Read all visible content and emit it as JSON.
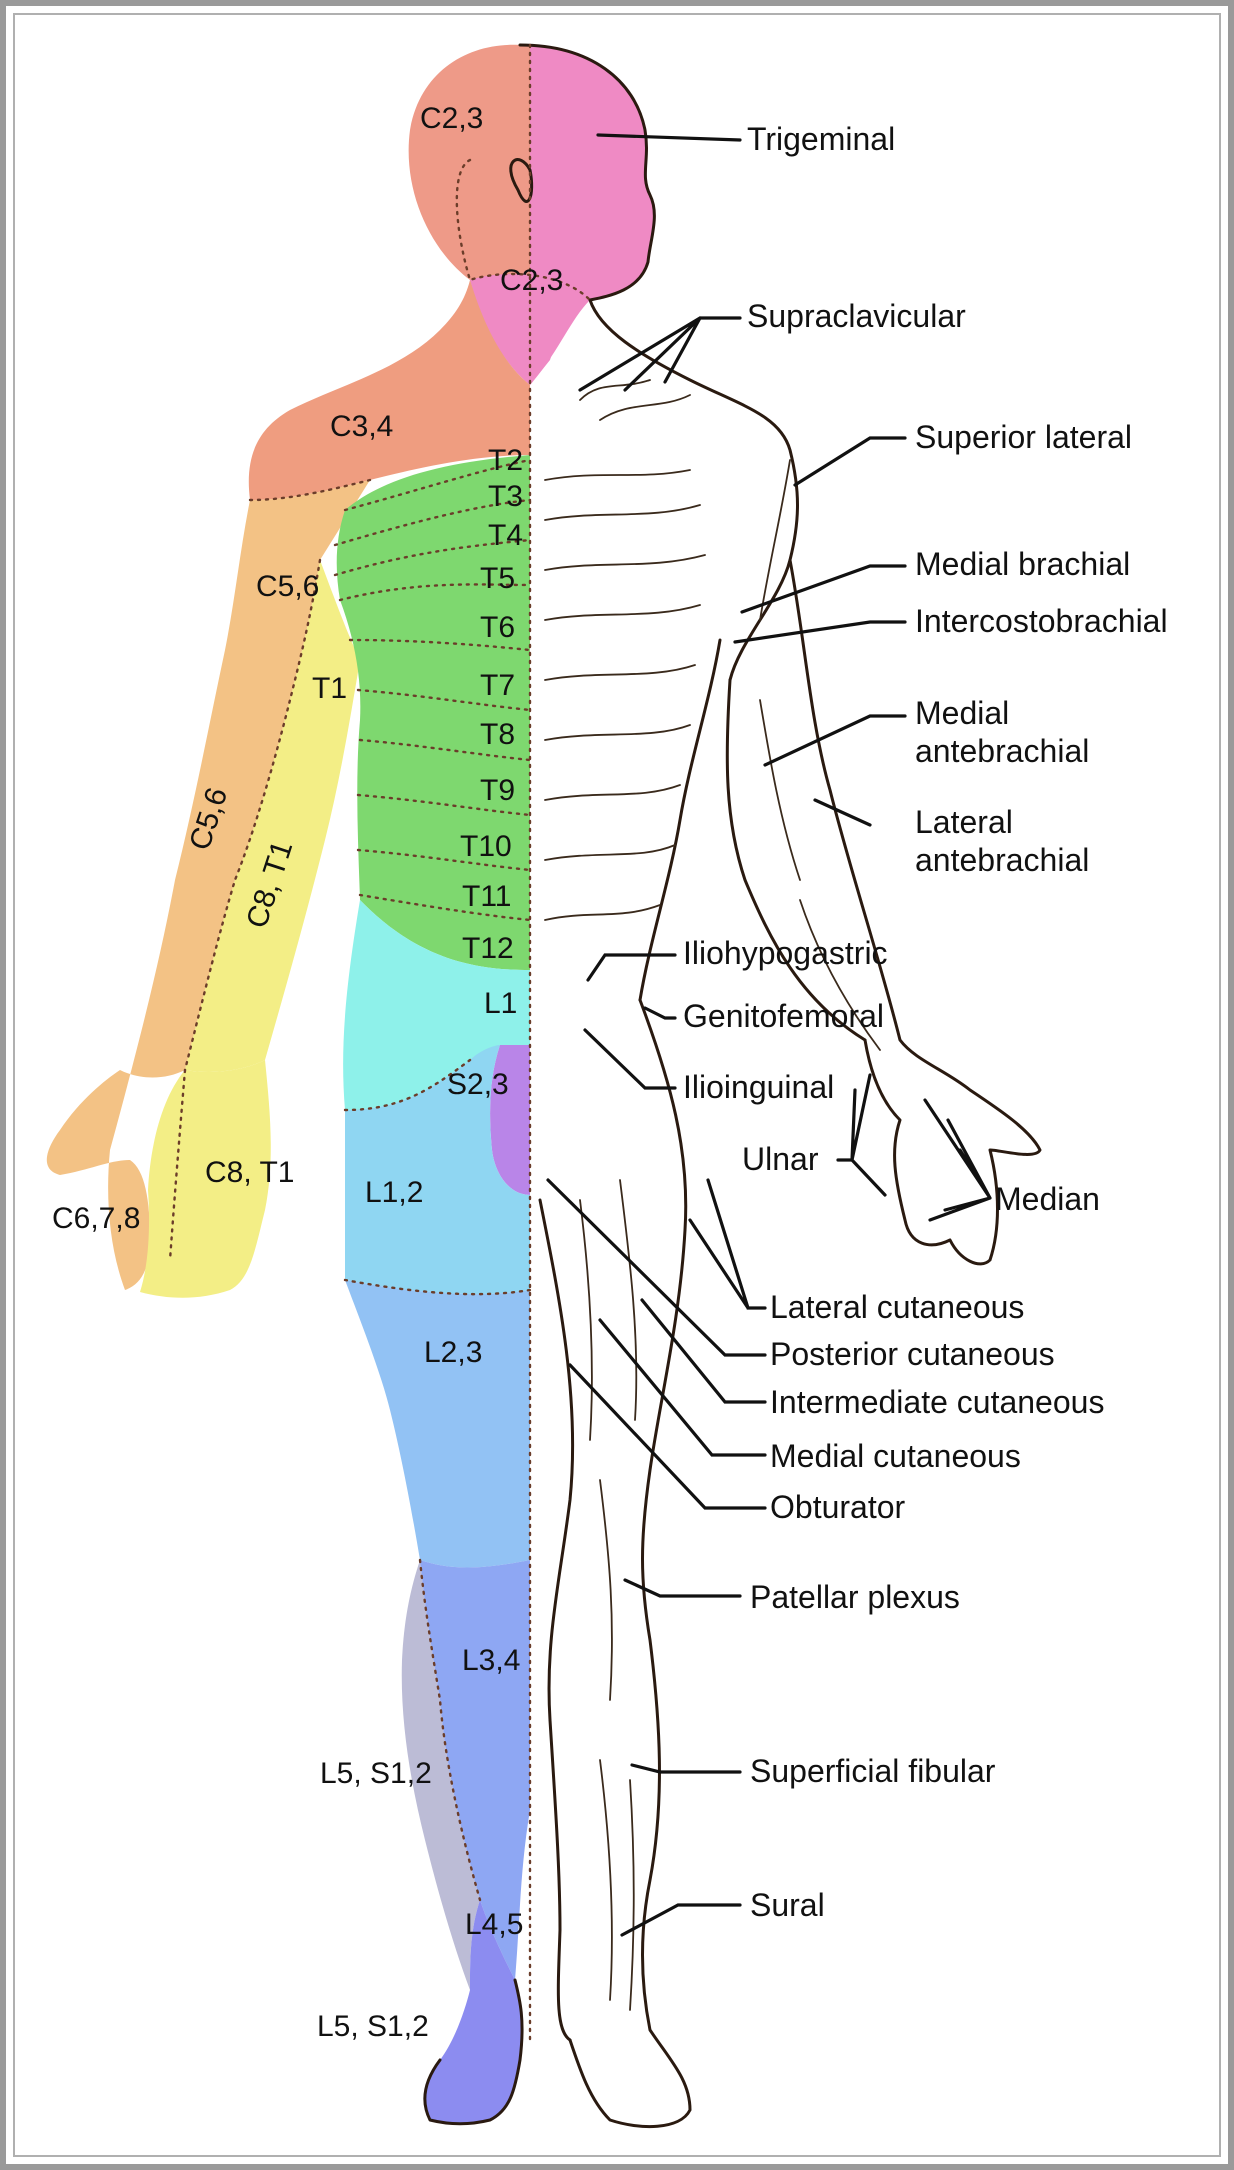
{
  "colors": {
    "face_trigeminal": "#ef8ac4",
    "cervical_c23": "#ee9a88",
    "cervical_c34": "#ef9d80",
    "c56": "#f3c285",
    "c8t1": "#f3ee86",
    "thoracic": "#7ed86f",
    "l1": "#8ef1ea",
    "s23": "#b985e8",
    "l12": "#8fd6f2",
    "l23": "#92c2f4",
    "l34": "#8ea7f3",
    "l45": "#8c8cf0",
    "l5s12": "#bcbcd6",
    "frame": "#9a9a9a"
  },
  "dermatomes": [
    {
      "text": "C2,3"
    },
    {
      "text": "C2,3"
    },
    {
      "text": "C3,4"
    },
    {
      "text": "T2"
    },
    {
      "text": "T3"
    },
    {
      "text": "T4"
    },
    {
      "text": "T5"
    },
    {
      "text": "T6"
    },
    {
      "text": "T7"
    },
    {
      "text": "T8"
    },
    {
      "text": "T9"
    },
    {
      "text": "T10"
    },
    {
      "text": "T11"
    },
    {
      "text": "T12"
    },
    {
      "text": "C5,6"
    },
    {
      "text": "T1"
    },
    {
      "text": "C5,6"
    },
    {
      "text": "C8, T1"
    },
    {
      "text": "L1"
    },
    {
      "text": "S2,3"
    },
    {
      "text": "L1,2"
    },
    {
      "text": "C8, T1"
    },
    {
      "text": "C6,7,8"
    },
    {
      "text": "L2,3"
    },
    {
      "text": "L3,4"
    },
    {
      "text": "L5, S1,2"
    },
    {
      "text": "L4,5"
    },
    {
      "text": "L5, S1,2"
    }
  ],
  "nerves": [
    {
      "text": "Trigeminal"
    },
    {
      "text": "Supraclavicular"
    },
    {
      "text": "Superior lateral"
    },
    {
      "text": "Medial brachial"
    },
    {
      "text": "Intercostobrachial"
    },
    {
      "text": "Medial"
    },
    {
      "text": "antebrachial"
    },
    {
      "text": "Lateral"
    },
    {
      "text": "antebrachial"
    },
    {
      "text": "Iliohypogastric"
    },
    {
      "text": "Genitofemoral"
    },
    {
      "text": "Ilioinguinal"
    },
    {
      "text": "Ulnar"
    },
    {
      "text": "Median"
    },
    {
      "text": "Lateral cutaneous"
    },
    {
      "text": "Posterior cutaneous"
    },
    {
      "text": "Intermediate cutaneous"
    },
    {
      "text": "Medial cutaneous"
    },
    {
      "text": "Obturator"
    },
    {
      "text": "Patellar plexus"
    },
    {
      "text": "Superficial fibular"
    },
    {
      "text": "Sural"
    }
  ]
}
